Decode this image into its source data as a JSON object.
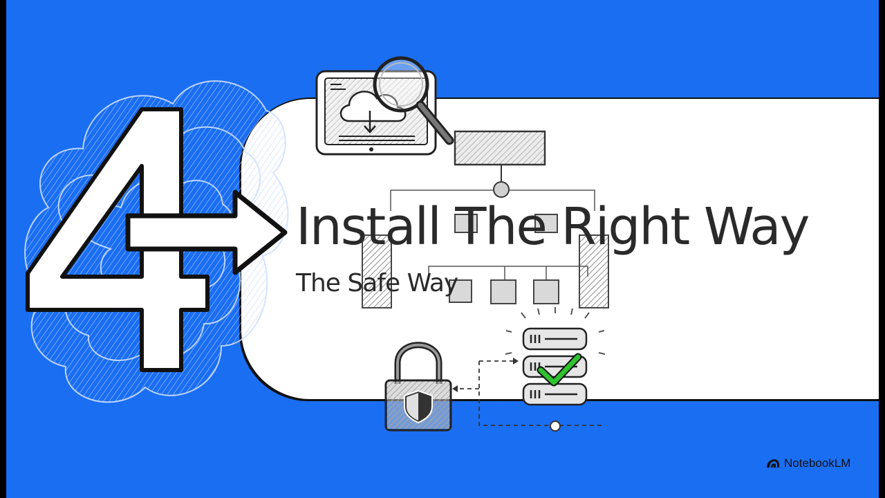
{
  "slide": {
    "number": "4",
    "title": "Install The Right Way",
    "subtitle": "The Safe Way",
    "brand": "NotebookLM"
  },
  "icons": {
    "brand": "notebooklm-logo-icon",
    "tablet": "tablet-cloud-download-icon",
    "magnifier": "magnifying-glass-icon",
    "lock": "padlock-shield-icon",
    "server": "server-stack-icon",
    "check": "checkmark-icon"
  },
  "colors": {
    "background": "#1a6ef2",
    "panel": "#ffffff",
    "text": "#2a2a2a",
    "check": "#2ec22e"
  }
}
